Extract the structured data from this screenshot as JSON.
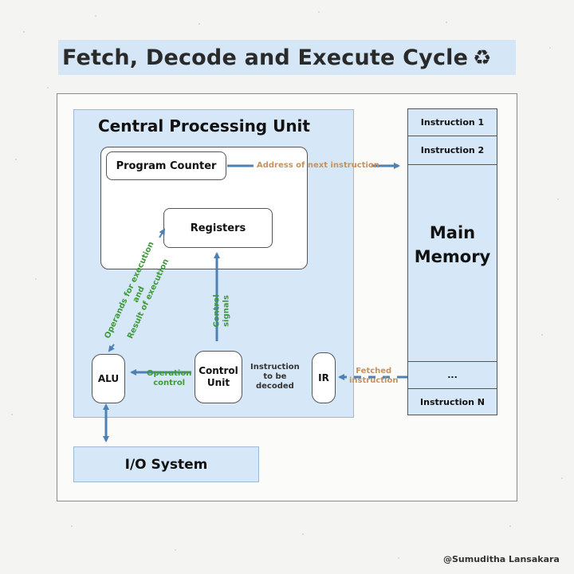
{
  "title": "Fetch, Decode and Execute Cycle",
  "title_icon": "♻",
  "cpu": {
    "title": "Central Processing Unit",
    "program_counter": "Program Counter",
    "registers": "Registers",
    "alu": "ALU",
    "control_unit_line1": "Control",
    "control_unit_line2": "Unit",
    "ir": "IR"
  },
  "io_system": "I/O System",
  "memory": {
    "label_line1": "Main",
    "label_line2": "Memory",
    "cells_top": [
      "Instruction 1",
      "Instruction 2"
    ],
    "ellipsis": "...",
    "cell_last": "Instruction N"
  },
  "labels": {
    "address": "Address of next instruction",
    "fetched_line1": "Fetched",
    "fetched_line2": "instruction",
    "decoded_line1": "Instruction",
    "decoded_line2": "to be",
    "decoded_line3": "decoded",
    "operation_line1": "Operation",
    "operation_line2": "control",
    "control_line1": "Control",
    "control_line2": "signals",
    "operands_line1": "Operands for execution",
    "operands_line2": "and",
    "operands_line3": "Result of execution"
  },
  "credit": "@Sumuditha Lansakara",
  "colors": {
    "arrow": "#4e7fb5",
    "box_fill": "#d6e8f7",
    "label_orange": "#c8925a",
    "label_green": "#3f9a3a"
  }
}
